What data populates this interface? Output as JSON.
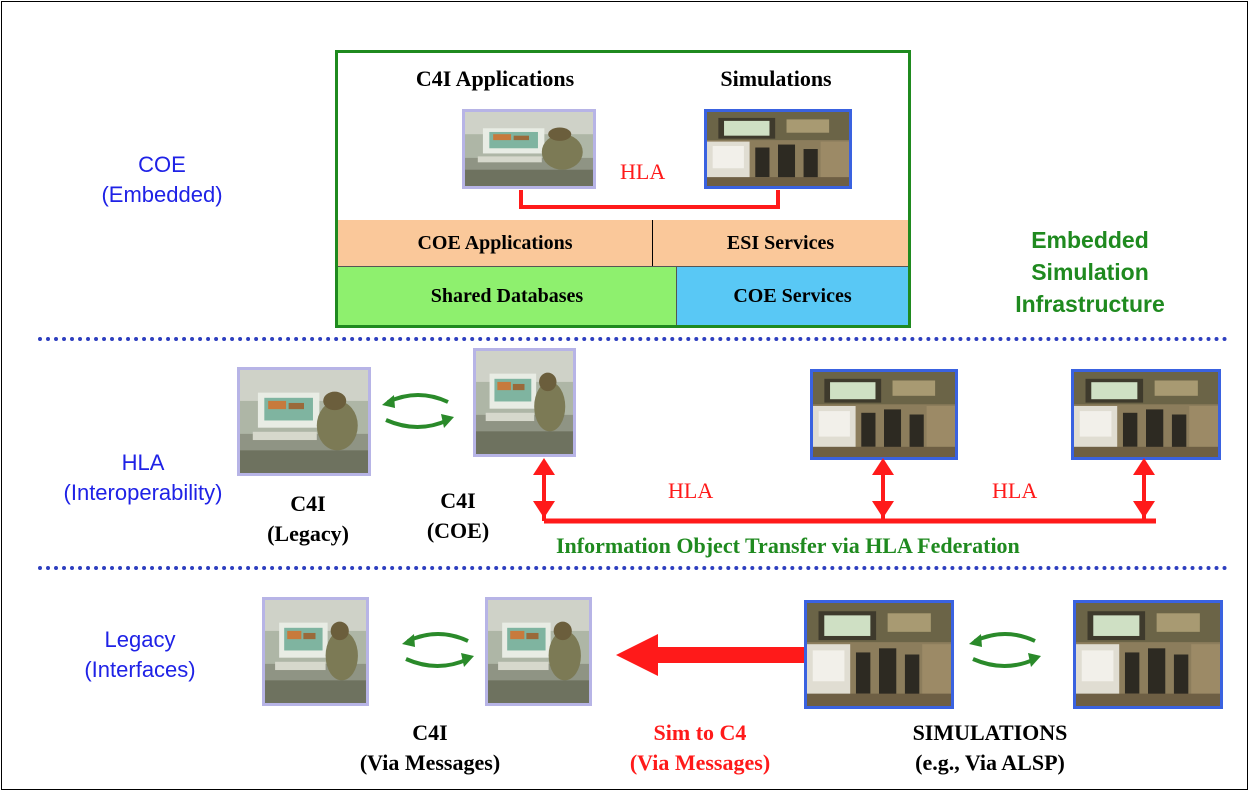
{
  "levels": {
    "coe": {
      "label": "COE",
      "sub": "(Embedded)"
    },
    "hla": {
      "label": "HLA",
      "sub": "(Interoperability)"
    },
    "legacy": {
      "label": "Legacy",
      "sub": "(Interfaces)"
    }
  },
  "coe_box": {
    "c4i_apps": "C4I Applications",
    "simulations": "Simulations",
    "hla": "HLA",
    "coe_applications": "COE Applications",
    "esi_services": "ESI Services",
    "shared_databases": "Shared Databases",
    "coe_services": "COE Services"
  },
  "esi_label": {
    "line1": "Embedded",
    "line2": "Simulation",
    "line3": "Infrastructure"
  },
  "hla_row": {
    "c4i_legacy": {
      "line1": "C4I",
      "line2": "(Legacy)"
    },
    "c4i_coe": {
      "line1": "C4I",
      "line2": "(COE)"
    },
    "hla_left": "HLA",
    "hla_right": "HLA",
    "transfer": "Information Object Transfer via HLA Federation"
  },
  "legacy_row": {
    "c4i": {
      "line1": "C4I",
      "line2": "(Via Messages)"
    },
    "sim_to_c4": {
      "line1": "Sim to C4",
      "line2": "(Via Messages)"
    },
    "simulations": {
      "line1": "SIMULATIONS",
      "line2": "(e.g., Via ALSP)"
    }
  },
  "colors": {
    "level_label": "#1f22e6",
    "hla_red": "#ff1a1a",
    "green_text": "#1f8a1f",
    "arrow_green": "#2a8a2a",
    "coe_apps_band": "#fac89a",
    "shared_db_band": "#8ef06e",
    "coe_services_band": "#59c8f5",
    "coe_box_border": "#1f8a1f",
    "dotted_divider": "#2e3fbf"
  }
}
